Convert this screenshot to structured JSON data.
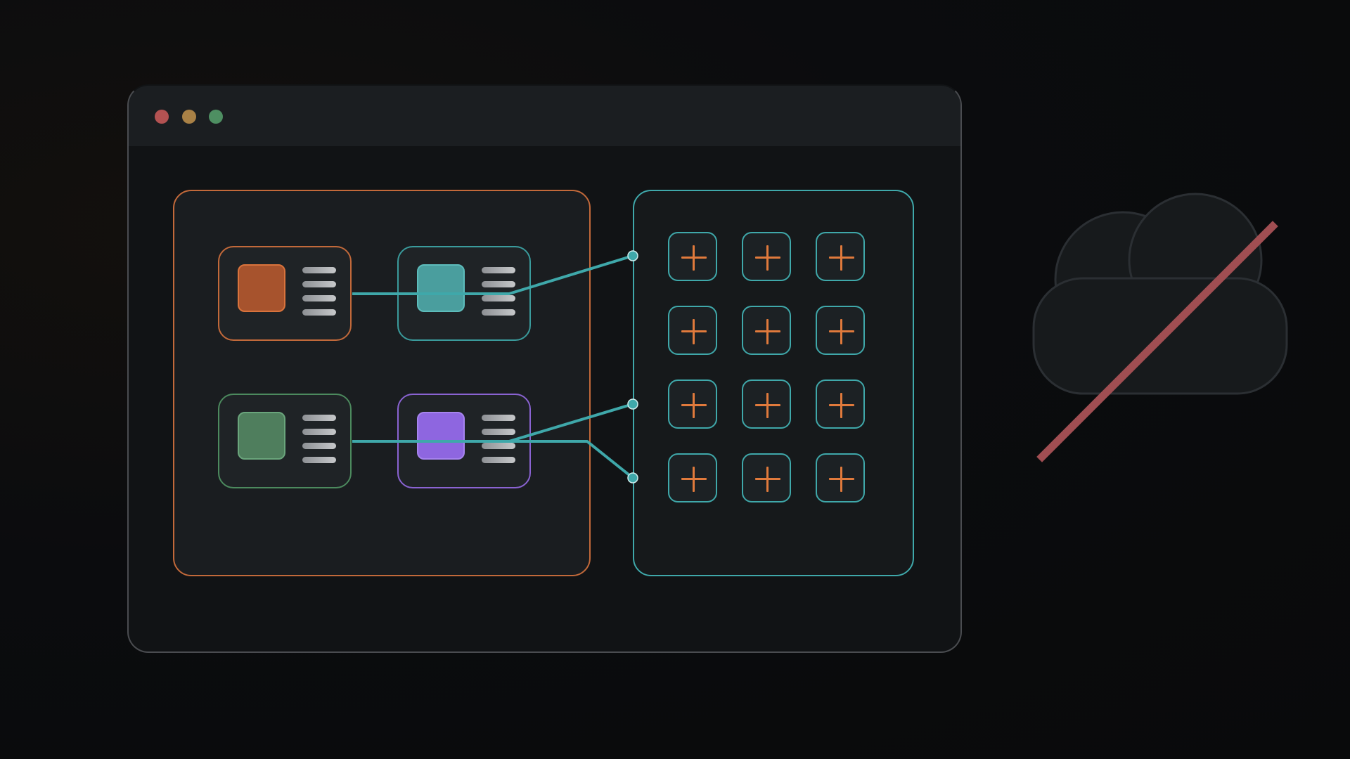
{
  "window": {
    "controls": [
      {
        "name": "close",
        "color": "#b35252"
      },
      {
        "name": "minimize",
        "color": "#a98146"
      },
      {
        "name": "maximize",
        "color": "#4e8f62"
      }
    ]
  },
  "colors": {
    "accent_orange": "#c2693a",
    "accent_teal": "#3fa8aa",
    "plus_orange": "#e07a3c",
    "slash_red": "#a04e52"
  },
  "cards": [
    {
      "id": "card-orange",
      "border": "#c2693a",
      "fill": "#a7532d",
      "swatch_border": "#d9733c"
    },
    {
      "id": "card-teal",
      "border": "#3a9b9c",
      "fill": "#4a9e9e",
      "swatch_border": "#5dbcbb"
    },
    {
      "id": "card-green",
      "border": "#4c8a5e",
      "fill": "#4f7e5d",
      "swatch_border": "#6aa57c"
    },
    {
      "id": "card-purple",
      "border": "#8a63d2",
      "fill": "#8e66e0",
      "swatch_border": "#a684ee"
    }
  ],
  "grid": {
    "rows": 4,
    "cols": 3,
    "icon": "plus-icon"
  },
  "decor": {
    "icon": "cloud-off-icon"
  }
}
